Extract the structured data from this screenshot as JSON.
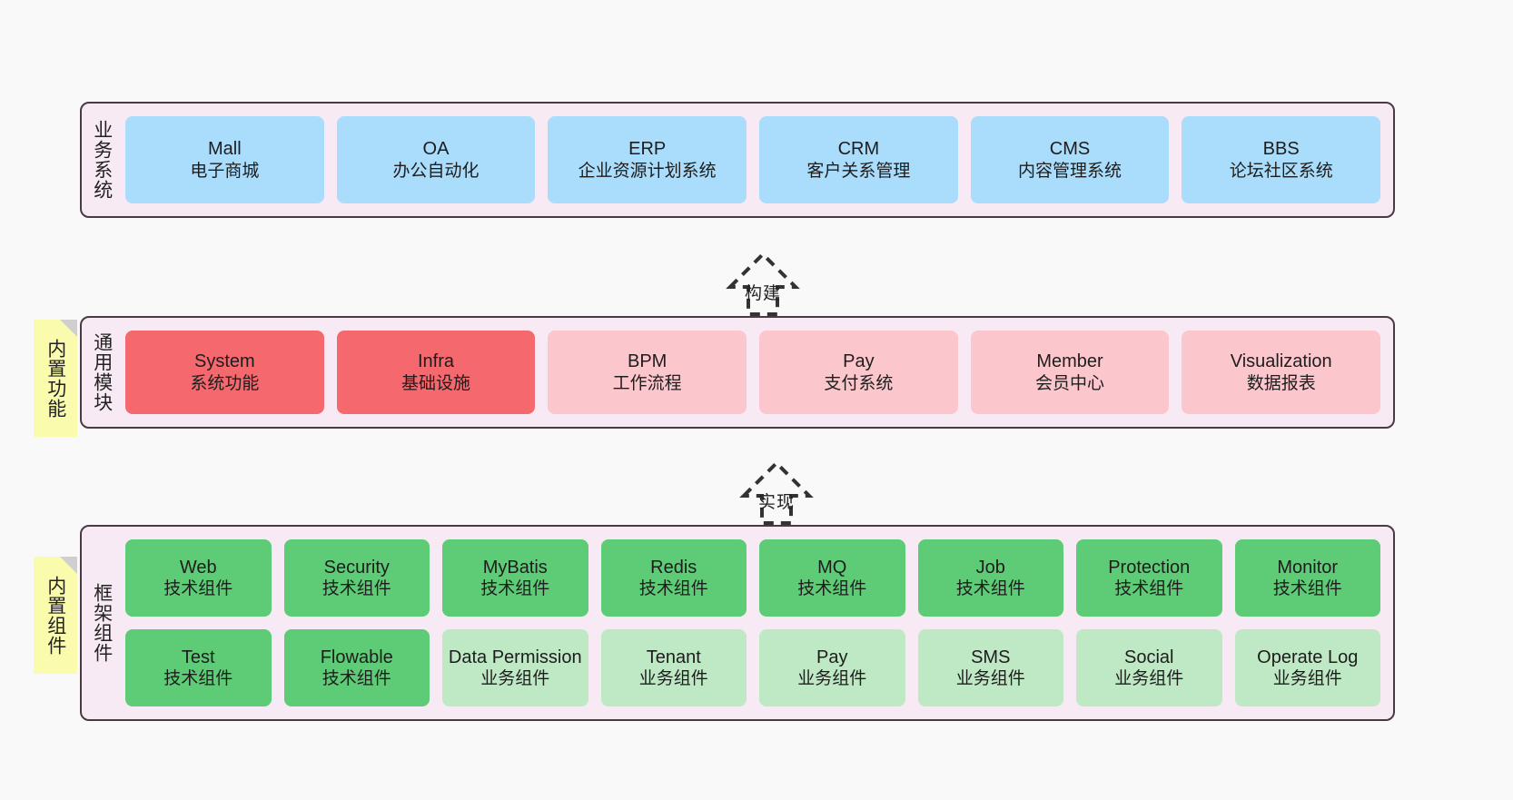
{
  "diagram": {
    "title_layers": [
      "业务系统",
      "通用模块",
      "框架组件"
    ],
    "background_color": "#f9f9f9",
    "layer_bg_color": "#f8eaf4",
    "note_color": "#fbfbad"
  },
  "layer_business": {
    "label": "业务系统",
    "cards": [
      {
        "en": "Mall",
        "cn": "电子商城"
      },
      {
        "en": "OA",
        "cn": "办公自动化"
      },
      {
        "en": "ERP",
        "cn": "企业资源计划系统"
      },
      {
        "en": "CRM",
        "cn": "客户关系管理"
      },
      {
        "en": "CMS",
        "cn": "内容管理系统"
      },
      {
        "en": "BBS",
        "cn": "论坛社区系统"
      }
    ]
  },
  "arrow_build": {
    "label": "构建"
  },
  "note_builtin_functions": {
    "label": "内置功能"
  },
  "layer_common": {
    "label": "通用模块",
    "cards": [
      {
        "en": "System",
        "cn": "系统功能",
        "color": "#f4686e"
      },
      {
        "en": "Infra",
        "cn": "基础设施",
        "color": "#f4686e"
      },
      {
        "en": "BPM",
        "cn": "工作流程",
        "color": "#fcc6cd"
      },
      {
        "en": "Pay",
        "cn": "支付系统",
        "color": "#fcc6cd"
      },
      {
        "en": "Member",
        "cn": "会员中心",
        "color": "#fcc6cd"
      },
      {
        "en": "Visualization",
        "cn": "数据报表",
        "color": "#fcc6cd"
      }
    ]
  },
  "arrow_implement": {
    "label": "实现"
  },
  "note_builtin_components": {
    "label": "内置组件"
  },
  "layer_framework": {
    "label": "框架组件",
    "row_tech": [
      {
        "en": "Web",
        "cn": "技术组件"
      },
      {
        "en": "Security",
        "cn": "技术组件"
      },
      {
        "en": "MyBatis",
        "cn": "技术组件"
      },
      {
        "en": "Redis",
        "cn": "技术组件"
      },
      {
        "en": "MQ",
        "cn": "技术组件"
      },
      {
        "en": "Job",
        "cn": "技术组件"
      },
      {
        "en": "Protection",
        "cn": "技术组件"
      },
      {
        "en": "Monitor",
        "cn": "技术组件"
      }
    ],
    "row_mixed": [
      {
        "en": "Test",
        "cn": "技术组件",
        "kind": "tech"
      },
      {
        "en": "Flowable",
        "cn": "技术组件",
        "kind": "tech"
      },
      {
        "en": "Data Permission",
        "cn": "业务组件",
        "kind": "biz"
      },
      {
        "en": "Tenant",
        "cn": "业务组件",
        "kind": "biz"
      },
      {
        "en": "Pay",
        "cn": "业务组件",
        "kind": "biz"
      },
      {
        "en": "SMS",
        "cn": "业务组件",
        "kind": "biz"
      },
      {
        "en": "Social",
        "cn": "业务组件",
        "kind": "biz"
      },
      {
        "en": "Operate Log",
        "cn": "业务组件",
        "kind": "biz"
      }
    ]
  }
}
